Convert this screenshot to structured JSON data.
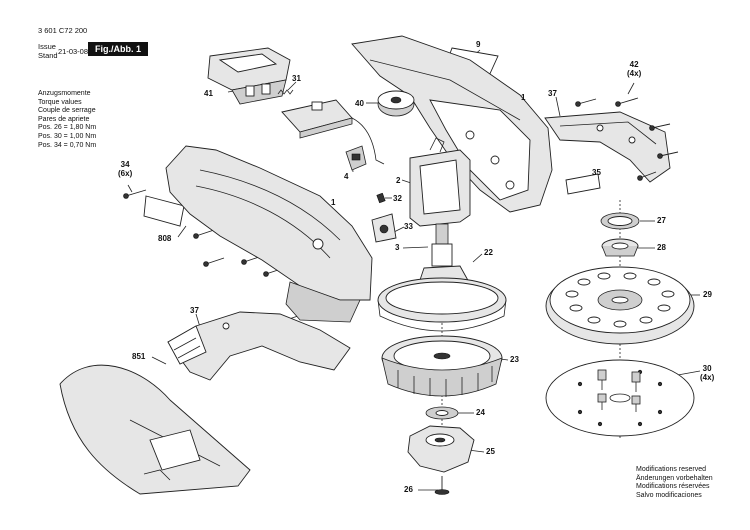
{
  "header": {
    "document_number": "3 601 C72 200",
    "issue_label_1": "Issue",
    "issue_label_2": "Stand",
    "issue_date": "21-03-08",
    "figure_label": "Fig./Abb. 1"
  },
  "torque_note": {
    "lines": [
      "Anzugsmomente",
      "Torque values",
      "Couple de serrage",
      "Pares de apriete",
      "Pos. 26  = 1,80 Nm",
      "Pos. 30  = 1,00 Nm",
      "Pos. 34  = 0,70 Nm"
    ]
  },
  "modifications_note": {
    "lines": [
      "Modifications reserved",
      "Änderungen vorbehalten",
      "Modifications réservées",
      "Salvo modificaciones"
    ]
  },
  "callouts": {
    "c9": "9",
    "c1_top": "1",
    "c37_top": "37",
    "c42": "42",
    "c42_qty": "(4x)",
    "c41": "41",
    "c31": "31",
    "c40": "40",
    "c4": "4",
    "c2": "2",
    "c32": "32",
    "c33": "33",
    "c35": "35",
    "c27": "27",
    "c28": "28",
    "c34": "34",
    "c34_qty": "(6x)",
    "c1_left": "1",
    "c808": "808",
    "c3": "3",
    "c22": "22",
    "c29": "29",
    "c37_left": "37",
    "c851": "851",
    "c23": "23",
    "c30": "30",
    "c30_qty": "(4x)",
    "c24": "24",
    "c25": "25",
    "c26": "26"
  }
}
